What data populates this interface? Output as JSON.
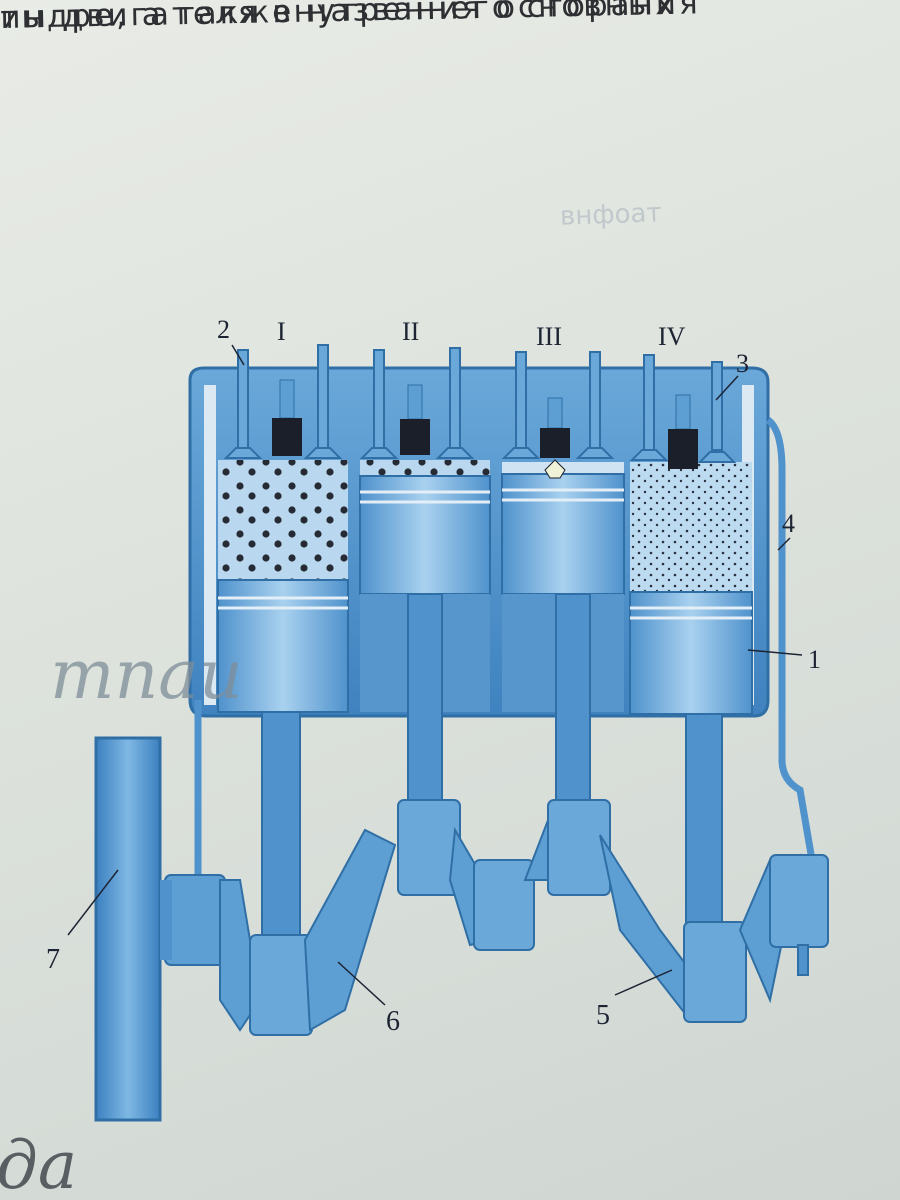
{
  "text": {
    "line1": "ты двигателя внутреннего сгорания",
    "line2": "индре, а также названия основных",
    "line3": "",
    "bleed_right": "внфоат",
    "bleed_mid": "",
    "handwriting_1": "тпаи",
    "handwriting_2": "да"
  },
  "diagram": {
    "cylinder_labels": [
      "I",
      "II",
      "III",
      "IV"
    ],
    "part_labels": [
      "1",
      "2",
      "3",
      "4",
      "5",
      "6",
      "7"
    ]
  },
  "colors": {
    "engine_blue": "#5e9fd3",
    "engine_dark": "#2f6fa6",
    "engine_light": "#a9d1ef",
    "spark_plug": "#1b1f2a"
  }
}
